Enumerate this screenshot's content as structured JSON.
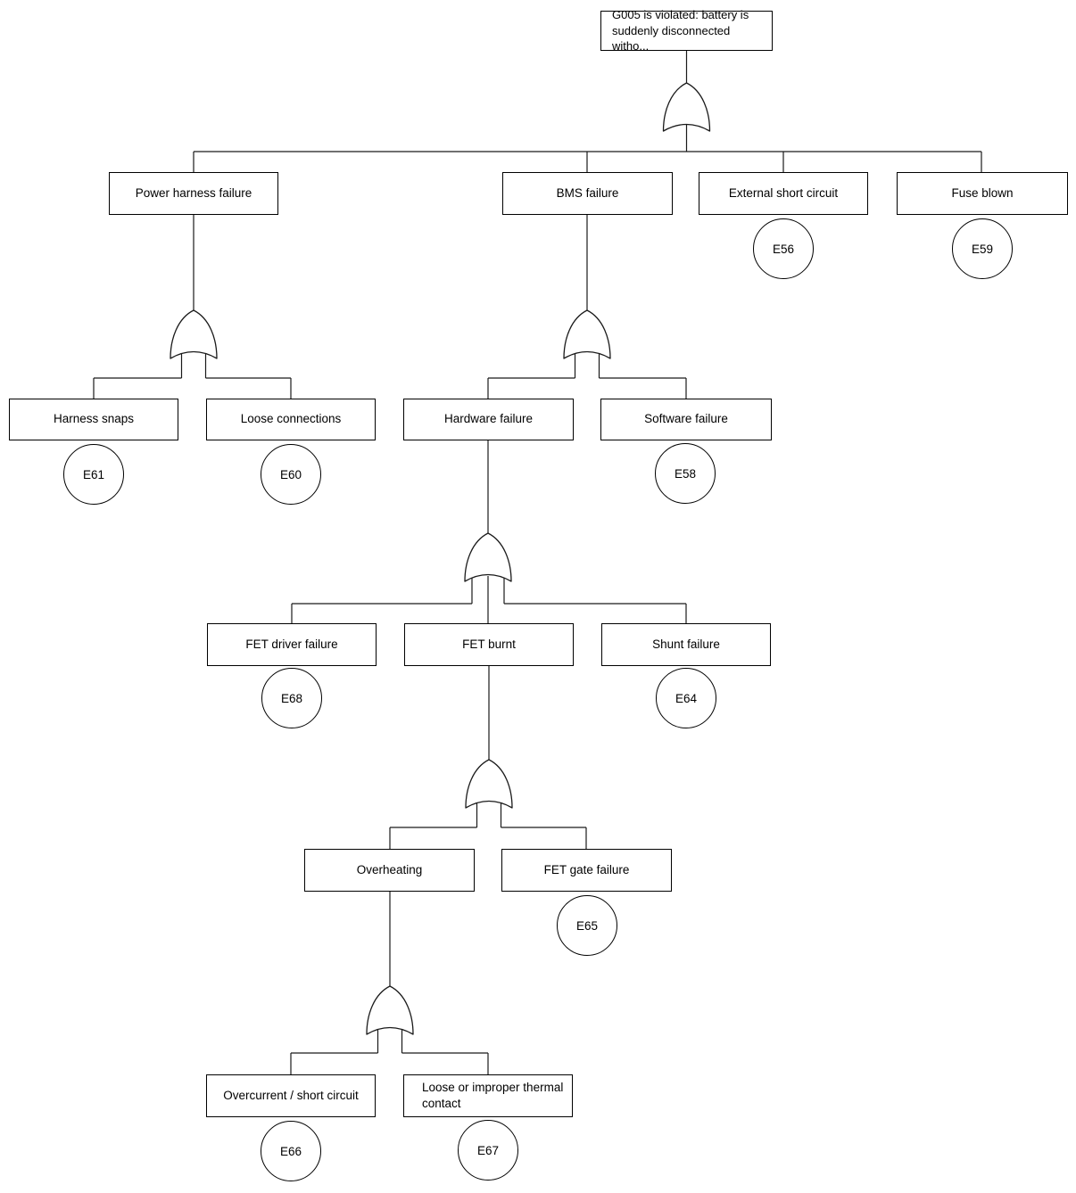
{
  "diagram": {
    "kind": "fault-tree",
    "gate_symbol": "OR",
    "colors": {
      "line": "#1a1a1a",
      "border": "#000000",
      "background": "#ffffff",
      "text": "#000000"
    }
  },
  "nodes": {
    "root": {
      "label": "G005 is violated: battery is suddenly disconnected witho...",
      "gate": "OR"
    },
    "power_harness": {
      "label": "Power harness failure",
      "gate": "OR"
    },
    "bms": {
      "label": "BMS failure",
      "gate": "OR"
    },
    "external_short": {
      "label": "External short circuit",
      "event": "E56"
    },
    "fuse_blown": {
      "label": "Fuse blown",
      "event": "E59"
    },
    "harness_snaps": {
      "label": "Harness snaps",
      "event": "E61"
    },
    "loose_connections": {
      "label": "Loose connections",
      "event": "E60"
    },
    "hardware_failure": {
      "label": "Hardware failure",
      "gate": "OR"
    },
    "software_failure": {
      "label": "Software failure",
      "event": "E58"
    },
    "fet_driver": {
      "label": "FET driver failure",
      "event": "E68"
    },
    "fet_burnt": {
      "label": "FET burnt",
      "gate": "OR"
    },
    "shunt_failure": {
      "label": "Shunt failure",
      "event": "E64"
    },
    "overheating": {
      "label": "Overheating",
      "gate": "OR"
    },
    "fet_gate": {
      "label": "FET gate failure",
      "event": "E65"
    },
    "overcurrent": {
      "label": "Overcurrent / short circuit",
      "event": "E66"
    },
    "thermal_contact": {
      "label": "Loose or improper thermal contact",
      "event": "E67"
    }
  },
  "tree": {
    "root": [
      "power_harness",
      "bms",
      "external_short",
      "fuse_blown"
    ],
    "power_harness": [
      "harness_snaps",
      "loose_connections"
    ],
    "bms": [
      "hardware_failure",
      "software_failure"
    ],
    "hardware_failure": [
      "fet_driver",
      "fet_burnt",
      "shunt_failure"
    ],
    "fet_burnt": [
      "overheating",
      "fet_gate"
    ],
    "overheating": [
      "overcurrent",
      "thermal_contact"
    ]
  }
}
